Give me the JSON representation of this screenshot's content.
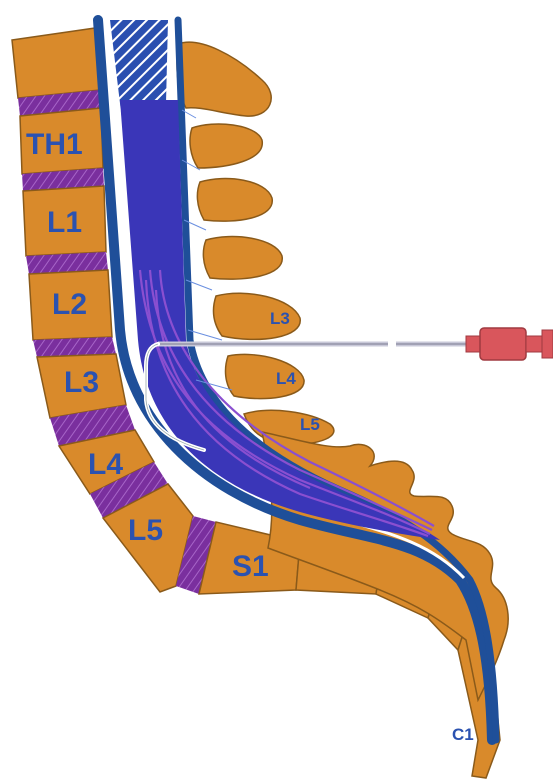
{
  "colors": {
    "bone": "#d98a2b",
    "bone_outline": "#8a5a1a",
    "disc": "#7a2f9e",
    "dura": "#1f4f99",
    "nerve": "#3a36b8",
    "nerve_light": "#8a4fd0",
    "needle_hub": "#d9565c",
    "catheter": "#ffffff",
    "label": "#2b52b0"
  },
  "vertebral_body_labels": {
    "th1": "TH1",
    "l1": "L1",
    "l2": "L2",
    "l3": "L3",
    "l4": "L4",
    "l5": "L5",
    "s1": "S1"
  },
  "spinous_process_labels": {
    "l3": "L3",
    "l4": "L4",
    "l5": "L5"
  },
  "coccyx_label": "C1",
  "icons": [
    "spinal-needle-icon",
    "epidural-catheter-icon"
  ]
}
